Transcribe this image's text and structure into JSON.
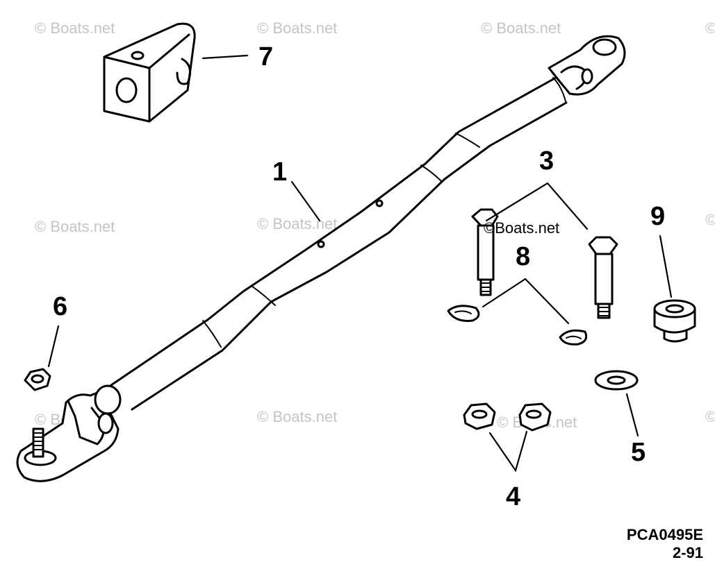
{
  "diagram": {
    "callouts": {
      "c1": "1",
      "c3": "3",
      "c4": "4",
      "c5": "5",
      "c6": "6",
      "c7": "7",
      "c8": "8",
      "c9": "9"
    },
    "watermark": "© Boats.net",
    "inline_watermark": "©Boats.net",
    "drawing_code": "PCA0495E",
    "drawing_date": "2-91"
  }
}
